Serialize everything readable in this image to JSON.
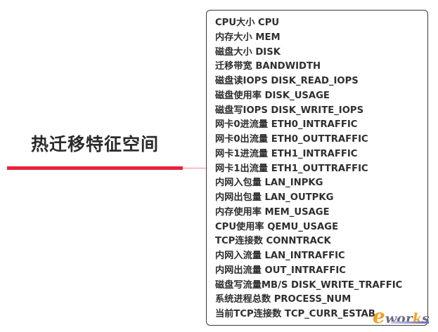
{
  "root": {
    "title": "热迁移特征空间",
    "line_color": "#e8213f"
  },
  "features": [
    {
      "label": "CPU大小 CPU"
    },
    {
      "label": "内存大小 MEM"
    },
    {
      "label": "磁盘大小 DISK"
    },
    {
      "label": "迁移带宽 BANDWIDTH"
    },
    {
      "label": "磁盘读IOPS DISK_READ_IOPS"
    },
    {
      "label": "磁盘使用率 DISK_USAGE"
    },
    {
      "label": "磁盘写IOPS DISK_WRITE_IOPS"
    },
    {
      "label": "网卡0进流量 ETH0_INTRAFFIC"
    },
    {
      "label": "网卡0出流量 ETH0_OUTTRAFFIC"
    },
    {
      "label": "网卡1进流量 ETH1_INTRAFFIC"
    },
    {
      "label": "网卡1出流量 ETH1_OUTTRAFFIC"
    },
    {
      "label": "内网入包量 LAN_INPKG"
    },
    {
      "label": "内网出包量 LAN_OUTPKG"
    },
    {
      "label": "内存使用率 MEM_USAGE"
    },
    {
      "label": "CPU使用率 QEMU_USAGE"
    },
    {
      "label": "TCP连接数 CONNTRACK"
    },
    {
      "label": "内网入流量 LAN_INTRAFFIC"
    },
    {
      "label": "内网出流量 OUT_INTRAFFIC"
    },
    {
      "label": "磁盘写流量MB/S DISK_WRITE_TRAFFIC"
    },
    {
      "label": "系统进程总数 PROCESS_NUM"
    },
    {
      "label": "当前TCP连接数 TCP_CURR_ESTAB"
    }
  ],
  "watermark": {
    "e": "e",
    "mid": "wor",
    "k": "k",
    "end": "s"
  }
}
